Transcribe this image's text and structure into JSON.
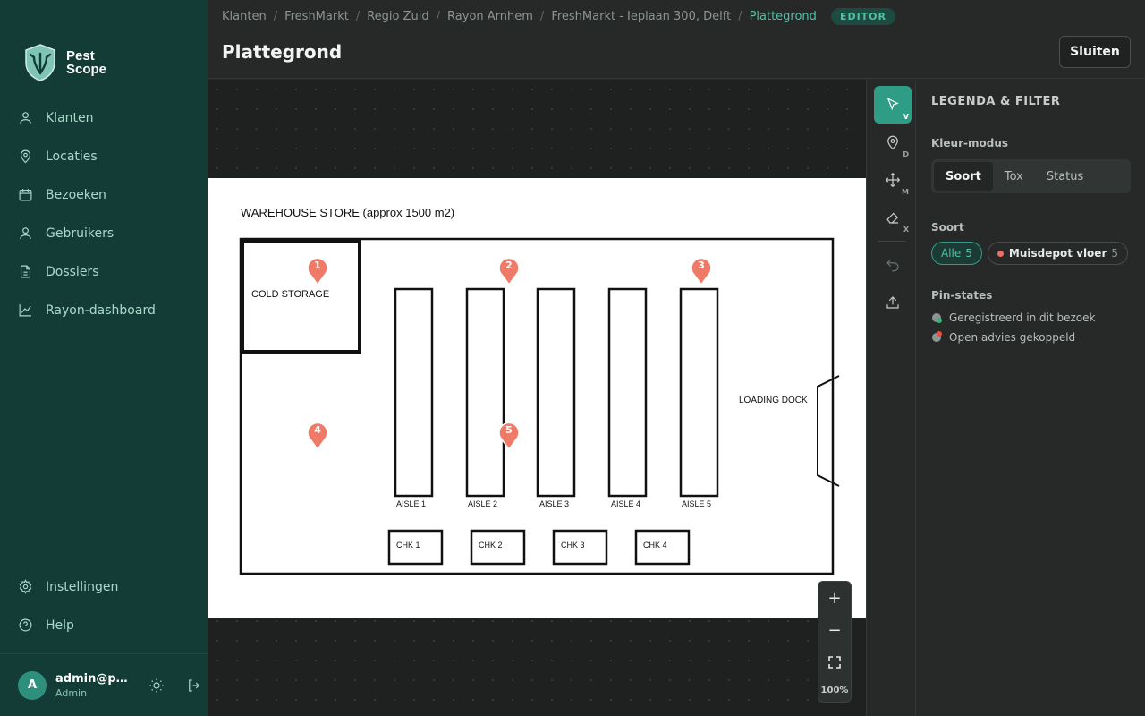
{
  "app": {
    "brand_line1": "Pest",
    "brand_line2": "Scope"
  },
  "sidebar": {
    "items": [
      {
        "label": "Klanten",
        "icon": "user-icon"
      },
      {
        "label": "Locaties",
        "icon": "map-pin-icon"
      },
      {
        "label": "Bezoeken",
        "icon": "calendar-icon"
      },
      {
        "label": "Gebruikers",
        "icon": "user-icon"
      },
      {
        "label": "Dossiers",
        "icon": "file-icon"
      },
      {
        "label": "Rayon-dashboard",
        "icon": "chart-icon"
      }
    ],
    "bottom_items": [
      {
        "label": "Instellingen",
        "icon": "gear-icon"
      },
      {
        "label": "Help",
        "icon": "help-icon"
      }
    ],
    "user": {
      "initial": "A",
      "name": "admin@pes…",
      "role": "Admin"
    }
  },
  "header": {
    "breadcrumbs": [
      "Klanten",
      "FreshMarkt",
      "Regio Zuid",
      "Rayon Arnhem",
      "FreshMarkt - Ieplaan 300, Delft"
    ],
    "breadcrumb_active": "Plattegrond",
    "separator": "/",
    "badge": "EDITOR",
    "title": "Plattegrond",
    "close_label": "Sluiten"
  },
  "floorplan": {
    "title": "WAREHOUSE STORE  (approx 1500 m2)",
    "cold_storage": "COLD STORAGE",
    "loading_dock": "LOADING DOCK",
    "aisles": [
      "AISLE 1",
      "AISLE 2",
      "AISLE 3",
      "AISLE 4",
      "AISLE 5"
    ],
    "checkouts": [
      "CHK 1",
      "CHK 2",
      "CHK 3",
      "CHK 4"
    ],
    "pins": [
      {
        "number": "1",
        "color": "#f07a68"
      },
      {
        "number": "2",
        "color": "#f07a68"
      },
      {
        "number": "3",
        "color": "#f07a68"
      },
      {
        "number": "4",
        "color": "#f07a68"
      },
      {
        "number": "5",
        "color": "#f07a68"
      }
    ]
  },
  "zoom": {
    "plus": "+",
    "minus": "−",
    "level": "100%"
  },
  "toolbar": {
    "tools": [
      {
        "name": "select",
        "icon": "cursor-icon",
        "key": "V",
        "active": true
      },
      {
        "name": "pin",
        "icon": "map-pin-icon",
        "key": "D",
        "active": false
      },
      {
        "name": "move",
        "icon": "move-icon",
        "key": "M",
        "active": false
      },
      {
        "name": "erase",
        "icon": "eraser-icon",
        "key": "X",
        "active": false
      },
      {
        "name": "undo",
        "icon": "undo-icon",
        "key": "",
        "active": false
      },
      {
        "name": "export",
        "icon": "upload-icon",
        "key": "",
        "active": false
      }
    ]
  },
  "panel": {
    "title": "LEGENDA & FILTER",
    "color_mode_label": "Kleur-modus",
    "color_modes": [
      "Soort",
      "Tox",
      "Status"
    ],
    "color_mode_active": "Soort",
    "soort_label": "Soort",
    "filters": [
      {
        "label": "Alle",
        "count": "5",
        "active": true
      },
      {
        "label": "Muisdepot vloer",
        "count": "5",
        "active": false,
        "color": "#f06e61"
      }
    ],
    "pin_states_label": "Pin-states",
    "pin_states": [
      {
        "label": "Geregistreerd in dit bezoek",
        "color": "#3bb27a"
      },
      {
        "label": "Open advies gekoppeld",
        "color": "#f04d3e"
      }
    ]
  }
}
